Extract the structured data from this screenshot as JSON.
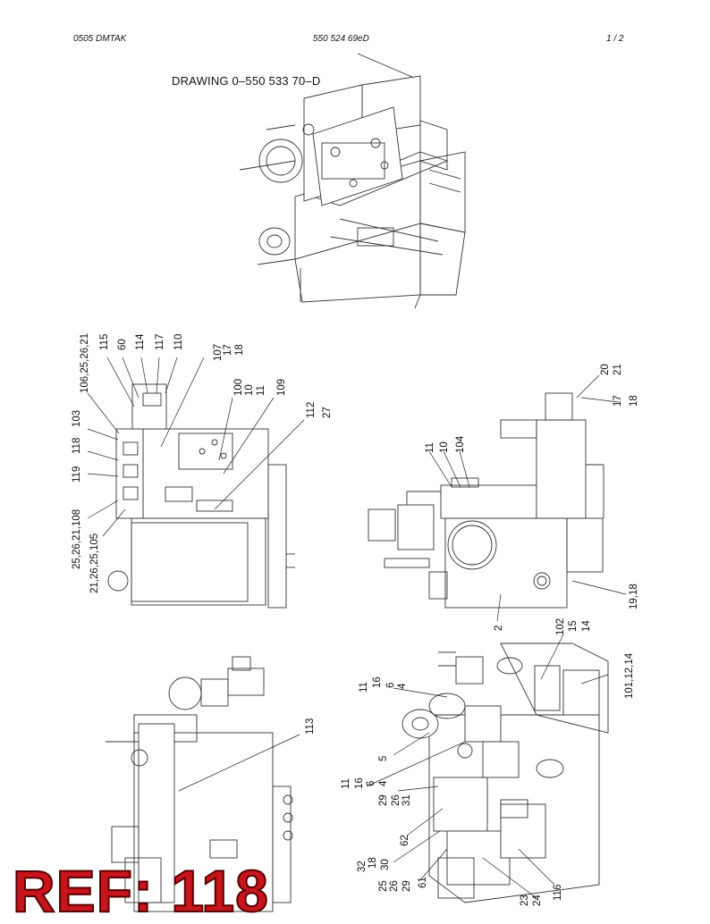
{
  "header": {
    "left": "0505 DMTAK",
    "center": "550 524 69eD",
    "right": "1 /   2"
  },
  "title": "DRAWING 0–550 533 70–D",
  "callouts": {
    "view2": [
      "106,25,26,21",
      "115",
      "60",
      "114",
      "117",
      "110",
      "107",
      "17",
      "18",
      "100",
      "10",
      "11",
      "109",
      "112",
      "27",
      "103",
      "118",
      "119",
      "25,26,21,108",
      "21,26,25,105"
    ],
    "view3": [
      "11",
      "10",
      "104",
      "20",
      "21",
      "17",
      "18",
      "19,18",
      "2"
    ],
    "view4": [
      "113"
    ],
    "view5": [
      "11",
      "16",
      "6",
      "4",
      "5",
      "11",
      "16",
      "6",
      "4",
      "29",
      "26",
      "31",
      "62",
      "32",
      "18",
      "30",
      "25",
      "26",
      "29",
      "61",
      "23",
      "24",
      "116",
      "102",
      "15",
      "14",
      "101,12,14"
    ]
  },
  "stamp": "REF: 118"
}
